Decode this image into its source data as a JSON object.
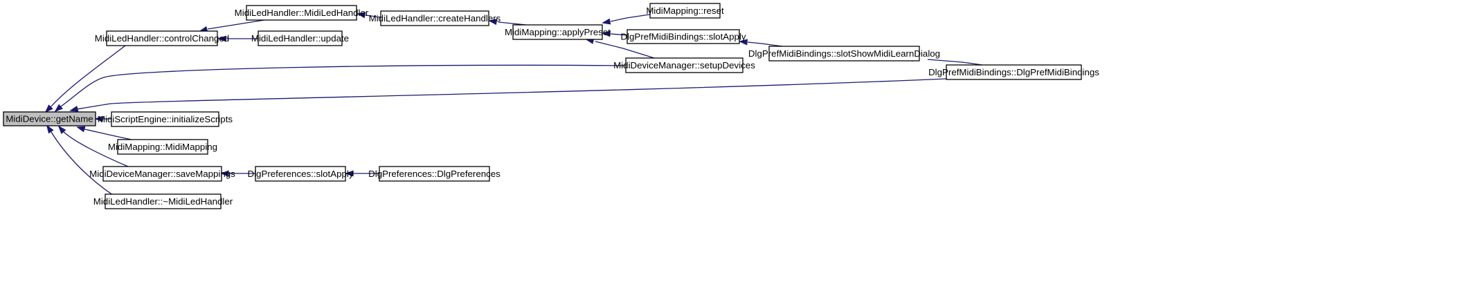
{
  "graph": {
    "title": "",
    "colors": {
      "edge": "#191970",
      "node_border": "#000000",
      "root_fill": "#bfbfbf",
      "node_fill": "#ffffff"
    },
    "nodes": [
      {
        "id": "n_getname",
        "label": "MidiDevice::getName",
        "root": true
      },
      {
        "id": "n_controlchanged",
        "label": "MidiLedHandler::controlChanged"
      },
      {
        "id": "n_ledhandler_ctor",
        "label": "MidiLedHandler::MidiLedHandler"
      },
      {
        "id": "n_createhandlers",
        "label": "MidiLedHandler::createHandlers"
      },
      {
        "id": "n_update",
        "label": "MidiLedHandler::update"
      },
      {
        "id": "n_applypreset",
        "label": "MidiMapping::applyPreset"
      },
      {
        "id": "n_reset",
        "label": "MidiMapping::reset"
      },
      {
        "id": "n_bindings_slotapply",
        "label": "DlgPrefMidiBindings::slotApply"
      },
      {
        "id": "n_showlearn",
        "label": "DlgPrefMidiBindings::slotShowMidiLearnDialog"
      },
      {
        "id": "n_setupdevices",
        "label": "MidiDeviceManager::setupDevices"
      },
      {
        "id": "n_bindings_ctor",
        "label": "DlgPrefMidiBindings::DlgPrefMidiBindings"
      },
      {
        "id": "n_initscripts",
        "label": "MidiScriptEngine::initializeScripts"
      },
      {
        "id": "n_mapping_ctor",
        "label": "MidiMapping::MidiMapping"
      },
      {
        "id": "n_savemappings",
        "label": "MidiDeviceManager::saveMappings"
      },
      {
        "id": "n_prefs_slotapply",
        "label": "DlgPreferences::slotApply"
      },
      {
        "id": "n_prefs_ctor",
        "label": "DlgPreferences::DlgPreferences"
      },
      {
        "id": "n_ledhandler_dtor",
        "label": "MidiLedHandler::~MidiLedHandler"
      }
    ],
    "edges": [
      {
        "from": "n_controlchanged",
        "to": "n_getname"
      },
      {
        "from": "n_setupdevices",
        "to": "n_getname"
      },
      {
        "from": "n_bindings_ctor",
        "to": "n_getname"
      },
      {
        "from": "n_initscripts",
        "to": "n_getname"
      },
      {
        "from": "n_mapping_ctor",
        "to": "n_getname"
      },
      {
        "from": "n_savemappings",
        "to": "n_getname"
      },
      {
        "from": "n_ledhandler_dtor",
        "to": "n_getname"
      },
      {
        "from": "n_ledhandler_ctor",
        "to": "n_controlchanged"
      },
      {
        "from": "n_update",
        "to": "n_controlchanged"
      },
      {
        "from": "n_createhandlers",
        "to": "n_ledhandler_ctor"
      },
      {
        "from": "n_applypreset",
        "to": "n_createhandlers"
      },
      {
        "from": "n_reset",
        "to": "n_applypreset"
      },
      {
        "from": "n_bindings_slotapply",
        "to": "n_applypreset"
      },
      {
        "from": "n_setupdevices",
        "to": "n_applypreset"
      },
      {
        "from": "n_showlearn",
        "to": "n_bindings_slotapply"
      },
      {
        "from": "n_bindings_ctor",
        "to": "n_showlearn"
      },
      {
        "from": "n_prefs_slotapply",
        "to": "n_savemappings"
      },
      {
        "from": "n_prefs_ctor",
        "to": "n_prefs_slotapply"
      }
    ]
  }
}
